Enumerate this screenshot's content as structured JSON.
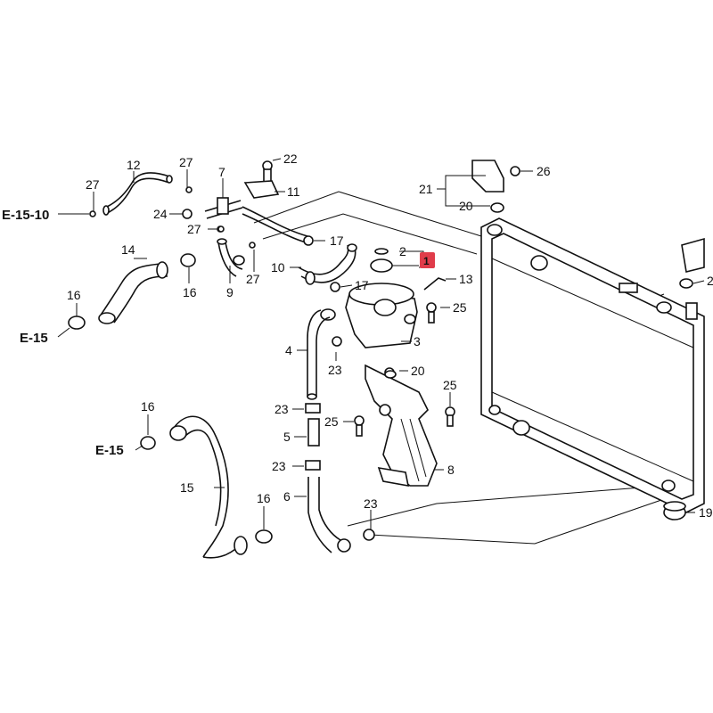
{
  "diagram": {
    "highlight_color": "#e03c4a",
    "highlighted_callout": "1",
    "references": [
      {
        "id": "ref-e15-10-top",
        "text": "E-15-10"
      },
      {
        "id": "ref-e15-left",
        "text": "E-15"
      },
      {
        "id": "ref-e15-lower",
        "text": "E-15"
      }
    ],
    "callouts": [
      {
        "id": "c-1",
        "text": "1"
      },
      {
        "id": "c-2",
        "text": "2"
      },
      {
        "id": "c-3",
        "text": "3"
      },
      {
        "id": "c-4",
        "text": "4"
      },
      {
        "id": "c-5",
        "text": "5"
      },
      {
        "id": "c-6",
        "text": "6"
      },
      {
        "id": "c-7",
        "text": "7"
      },
      {
        "id": "c-8",
        "text": "8"
      },
      {
        "id": "c-9",
        "text": "9"
      },
      {
        "id": "c-10",
        "text": "10"
      },
      {
        "id": "c-11",
        "text": "11"
      },
      {
        "id": "c-12",
        "text": "12"
      },
      {
        "id": "c-13",
        "text": "13"
      },
      {
        "id": "c-14",
        "text": "14"
      },
      {
        "id": "c-15",
        "text": "15"
      },
      {
        "id": "c-16a",
        "text": "16"
      },
      {
        "id": "c-16b",
        "text": "16"
      },
      {
        "id": "c-16c",
        "text": "16"
      },
      {
        "id": "c-16d",
        "text": "16"
      },
      {
        "id": "c-17a",
        "text": "17"
      },
      {
        "id": "c-17b",
        "text": "17"
      },
      {
        "id": "c-19",
        "text": "19"
      },
      {
        "id": "c-2r",
        "text": "2"
      },
      {
        "id": "c-20a",
        "text": "20"
      },
      {
        "id": "c-20b",
        "text": "20"
      },
      {
        "id": "c-21",
        "text": "21"
      },
      {
        "id": "c-22",
        "text": "22"
      },
      {
        "id": "c-23a",
        "text": "23"
      },
      {
        "id": "c-23b",
        "text": "23"
      },
      {
        "id": "c-23c",
        "text": "23"
      },
      {
        "id": "c-23d",
        "text": "23"
      },
      {
        "id": "c-24",
        "text": "24"
      },
      {
        "id": "c-25a",
        "text": "25"
      },
      {
        "id": "c-25b",
        "text": "25"
      },
      {
        "id": "c-25c",
        "text": "25"
      },
      {
        "id": "c-26",
        "text": "26"
      },
      {
        "id": "c-27a",
        "text": "27"
      },
      {
        "id": "c-27b",
        "text": "27"
      },
      {
        "id": "c-27c",
        "text": "27"
      },
      {
        "id": "c-27d",
        "text": "27"
      }
    ]
  }
}
